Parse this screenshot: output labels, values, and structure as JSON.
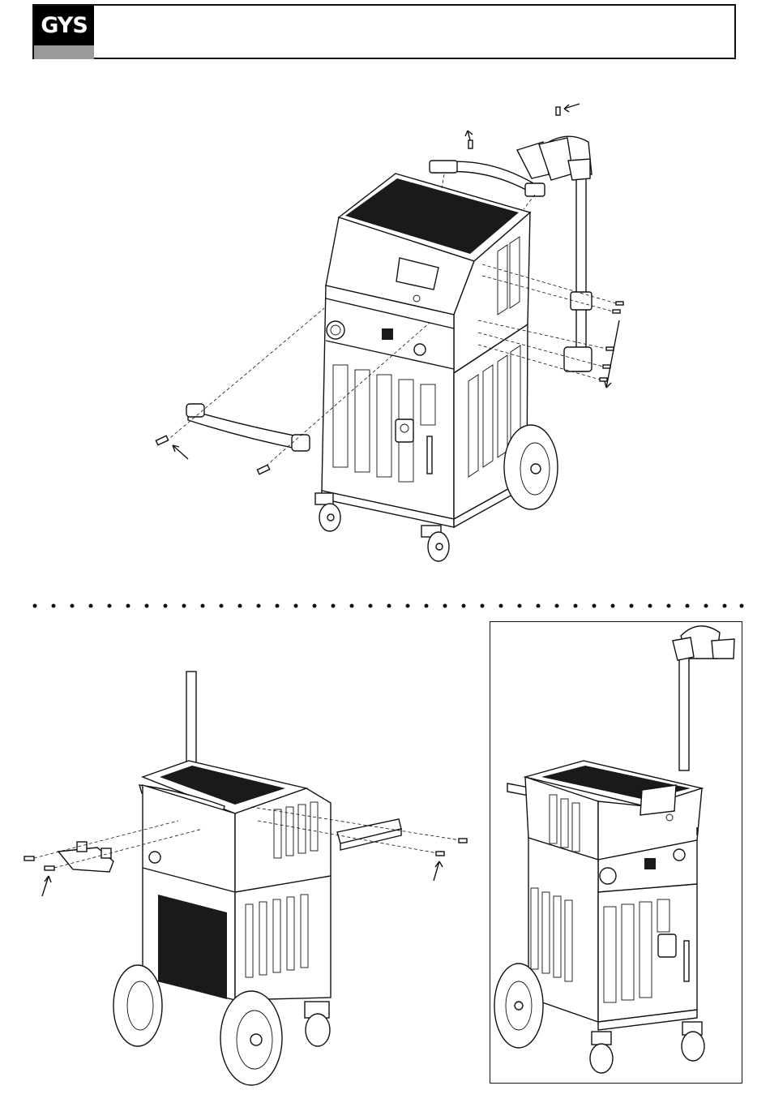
{
  "header": {
    "logo_text": "GYS",
    "logo_colors": {
      "primary": "#000000",
      "band": "#9a9a9a"
    }
  },
  "figures": [
    {
      "id": "figure-1",
      "icon": "cart-handle-and-torch-holder-assembly-illustration"
    },
    {
      "id": "figure-2",
      "icon": "rear-bracket-and-side-holder-assembly-illustration"
    },
    {
      "id": "figure-3",
      "icon": "assembled-unit-illustration"
    }
  ]
}
